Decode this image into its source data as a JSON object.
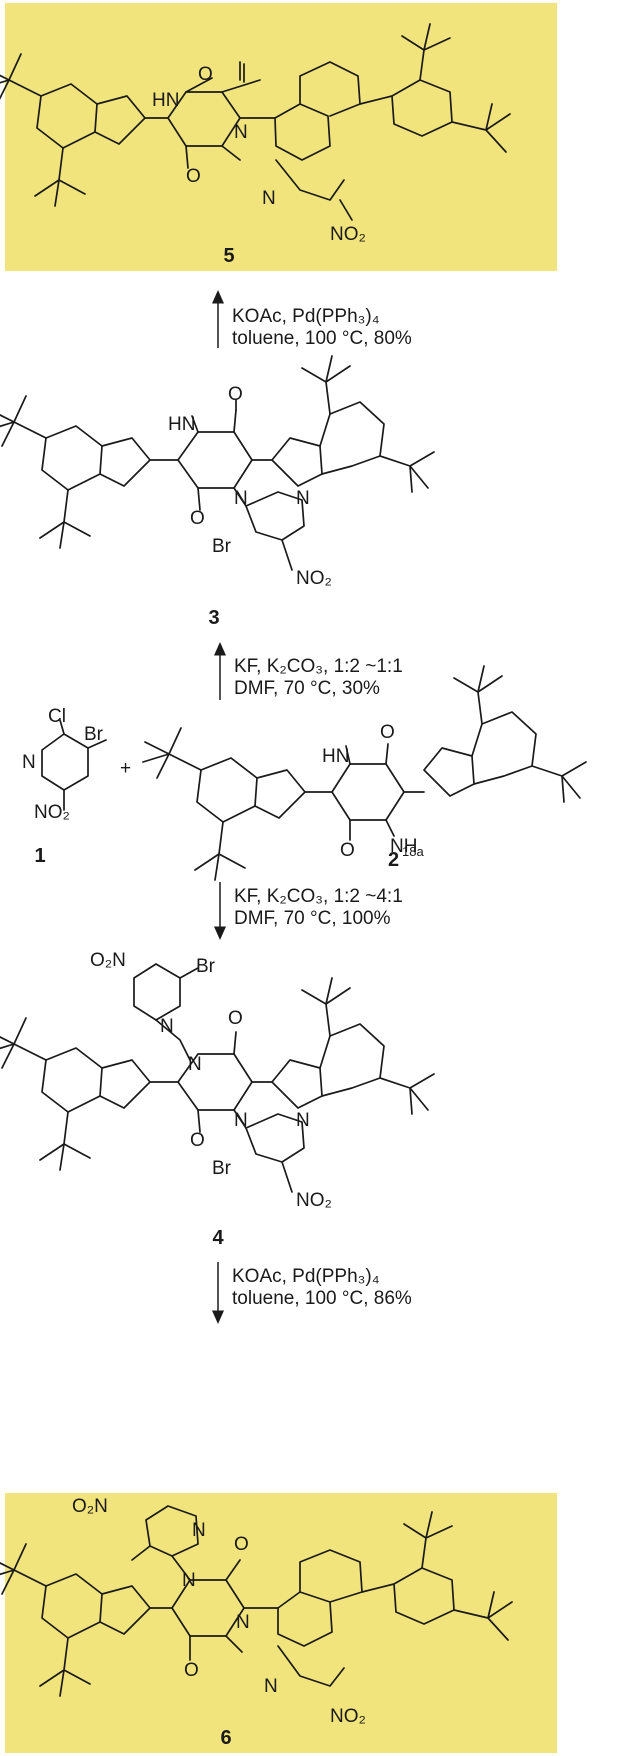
{
  "colors": {
    "highlight": "#f2e47c",
    "ink": "#1a1a1a"
  },
  "compounds": {
    "c1": {
      "label": "1",
      "Cl": "Cl",
      "Br": "Br",
      "N": "N",
      "NO2": "NO₂"
    },
    "c2": {
      "label": "2",
      "sup": "18a",
      "HN": "HN",
      "NH": "NH",
      "O": "O"
    },
    "c3": {
      "label": "3",
      "HN": "HN",
      "N": "N",
      "O": "O",
      "Br": "Br",
      "NO2": "NO₂"
    },
    "c4": {
      "label": "4",
      "N": "N",
      "O": "O",
      "Br": "Br",
      "NO2": "NO₂",
      "O2N": "O₂N"
    },
    "c5": {
      "label": "5",
      "HN": "HN",
      "N": "N",
      "O": "O",
      "NO2": "NO₂"
    },
    "c6": {
      "label": "6",
      "N": "N",
      "O": "O",
      "NO2": "NO₂",
      "O2N": "O₂N"
    }
  },
  "plus": "+",
  "steps": {
    "s3to5": {
      "line1": "KOAc, Pd(PPh₃)₄",
      "line2": "toluene, 100 °C, 80%"
    },
    "s1to3": {
      "line1": "KF, K₂CO₃, 1:2 ~1:1",
      "line2": "DMF, 70 °C, 30%"
    },
    "s1to4": {
      "line1": "KF, K₂CO₃, 1:2 ~4:1",
      "line2": "DMF, 70 °C, 100%"
    },
    "s4to6": {
      "line1": "KOAc, Pd(PPh₃)₄",
      "line2": "toluene, 100 °C, 86%"
    }
  }
}
